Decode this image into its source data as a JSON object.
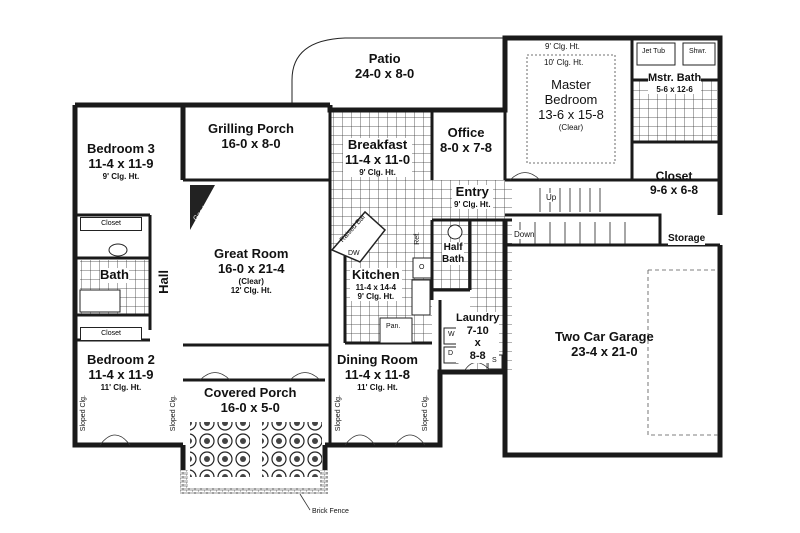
{
  "rooms": {
    "patio": {
      "name": "Patio",
      "size": "24-0 x 8-0"
    },
    "grilling_porch": {
      "name": "Grilling Porch",
      "size": "16-0 x 8-0"
    },
    "breakfast": {
      "name": "Breakfast",
      "size": "11-4 x 11-0",
      "ceiling": "9' Clg. Ht."
    },
    "office": {
      "name": "Office",
      "size": "8-0 x 7-8"
    },
    "master_bedroom": {
      "name": "Master",
      "name2": "Bedroom",
      "size": "13-6 x 15-8",
      "note": "(Clear)",
      "ceiling1": "9' Clg. Ht.",
      "ceiling2": "10' Clg. Ht."
    },
    "master_bath": {
      "name": "Mstr. Bath",
      "size": "5-6 x 12-6",
      "jet_tub": "Jet Tub",
      "shower": "Shwr."
    },
    "closet_master": {
      "name": "Closet",
      "size": "9-6 x 6-8"
    },
    "bedroom3": {
      "name": "Bedroom 3",
      "size": "11-4 x 11-9",
      "ceiling": "9' Clg. Ht."
    },
    "great_room": {
      "name": "Great Room",
      "size": "16-0 x 21-4",
      "note": "(Clear)",
      "ceiling": "12' Clg. Ht."
    },
    "entry": {
      "name": "Entry",
      "ceiling": "9' Clg. Ht."
    },
    "kitchen": {
      "name": "Kitchen",
      "size": "11-4 x 14-4",
      "ceiling": "9' Clg. Ht."
    },
    "half_bath": {
      "name": "Half",
      "name2": "Bath"
    },
    "laundry": {
      "name": "Laundry",
      "size1": "7-10",
      "size_x": "x",
      "size2": "8-8"
    },
    "bath": {
      "name": "Bath"
    },
    "hall": {
      "name": "Hall"
    },
    "bedroom2": {
      "name": "Bedroom 2",
      "size": "11-4 x 11-9",
      "ceiling": "11' Clg. Ht."
    },
    "dining_room": {
      "name": "Dining Room",
      "size": "11-4 x 11-8",
      "ceiling": "11' Clg. Ht."
    },
    "covered_porch": {
      "name": "Covered Porch",
      "size": "16-0 x 5-0"
    },
    "garage": {
      "name": "Two Car Garage",
      "size": "23-4 x 21-0"
    },
    "storage": {
      "name": "Storage"
    }
  },
  "labels": {
    "closet_top": "Closet",
    "closet_bottom": "Closet",
    "sloped_clg": "Sloped Clg.",
    "gas_logs": "Gas Logs",
    "raised_bar": "Raised Bar",
    "dw": "DW",
    "ref": "Ref.",
    "pan": "Pan.",
    "oven": "O",
    "up": "Up",
    "down": "Down",
    "w": "W",
    "d": "D",
    "s": "S",
    "brick_fence": "Brick Fence"
  },
  "colors": {
    "wall": "#1a1a1a",
    "tile": "#333333",
    "background": "#ffffff",
    "garage_dash": "#555555"
  }
}
